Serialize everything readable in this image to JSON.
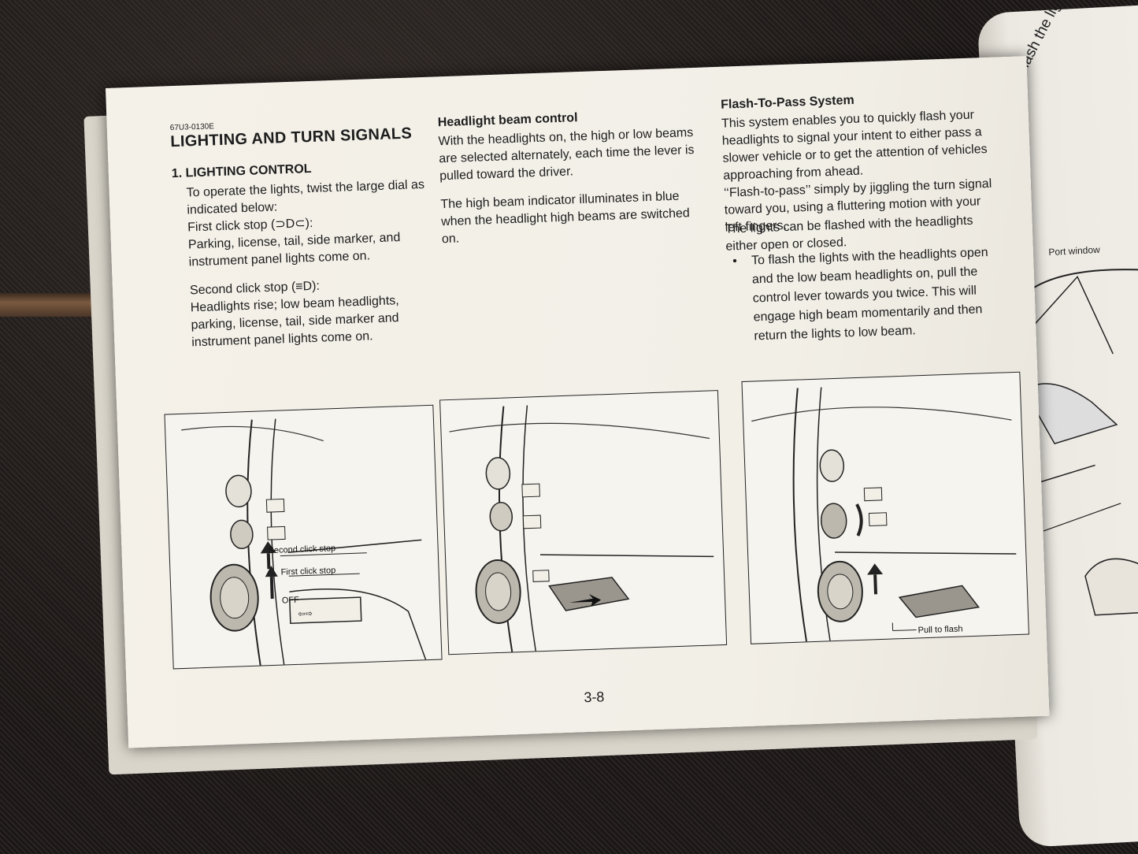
{
  "doc_code": "67U3-0130E",
  "main_title": "LIGHTING AND TURN SIGNALS",
  "section_title": "1. LIGHTING CONTROL",
  "col1": {
    "intro": "To operate the lights, twist the large dial as indicated below:",
    "first_stop_label": "First click stop (⊃D⊂):",
    "first_stop_text": "Parking, license, tail, side marker, and instrument panel lights come on.",
    "second_stop_label": "Second click stop (≡D):",
    "second_stop_text": "Headlights rise; low beam headlights, parking, license, tail, side marker and instrument panel lights come on."
  },
  "col2": {
    "title": "Headlight beam control",
    "p1": "With the headlights on, the high or low beams are selected alternately, each time the lever is pulled toward the driver.",
    "p2": "The high beam indicator illuminates in blue when the headlight high beams are switched on."
  },
  "col3": {
    "title": "Flash-To-Pass System",
    "p1": "This system enables you to quickly flash your headlights to signal your intent to either pass a slower vehicle or to get the attention of vehicles approaching from ahead.",
    "p2": "‘‘Flash-to-pass’’ simply by jiggling the turn signal toward you, using a fluttering motion with your left fingers.",
    "p3": "The lights can be flashed with the headlights either open or closed.",
    "bullet": "To flash the lights with the headlights open and the low beam headlights on, pull the control lever towards you twice. This will engage high beam momentarily and then return the lights to low beam."
  },
  "illustrations": {
    "fig1": {
      "second_click": "Second click stop",
      "first_click": "First click stop",
      "off": "OFF"
    },
    "fig3": {
      "pull": "Pull to flash"
    }
  },
  "page_number": "3-8",
  "right_page": {
    "text": "To flash the lights with closed, pull the control le you. The headlights shown below, until the",
    "label": "Port window"
  }
}
